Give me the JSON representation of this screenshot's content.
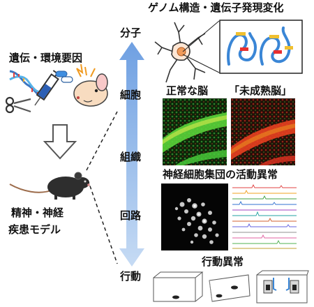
{
  "left": {
    "factors_title": "遺伝・環境要因",
    "model_title_line1": "精神・神経",
    "model_title_line2": "疾患モデル"
  },
  "levels": [
    "分子",
    "細胞",
    "組織",
    "回路",
    "行動"
  ],
  "panels": {
    "genome_title": "ゲノム構造・遺伝子発現変化",
    "normal_brain": "正常な脳",
    "immature_brain": "「未成熟脳」",
    "neural_activity_title": "神経細胞集団の活動異常",
    "behavior_title": "行動異常"
  },
  "colors": {
    "arrow": "#9cc0ea",
    "tissue_green": "#27a844",
    "tissue_red": "#e02020",
    "dna_blue": "#3c78c3",
    "chromatin_blue": "#3a86d6"
  }
}
